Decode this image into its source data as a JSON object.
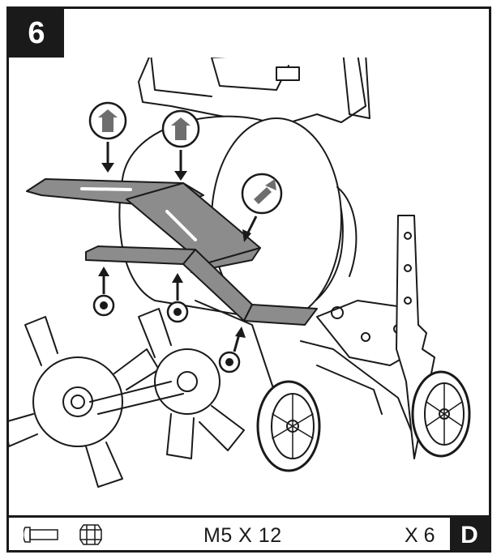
{
  "step": {
    "number": "6"
  },
  "footer": {
    "spec": "M5 X 12",
    "quantity": "X 6",
    "section": "D",
    "icons": [
      "bolt-icon",
      "nut-icon"
    ]
  },
  "colors": {
    "ink": "#1a1a1a",
    "plate": "#8c8c8c",
    "bolt": "#6e6e6e",
    "paper": "#ffffff"
  }
}
